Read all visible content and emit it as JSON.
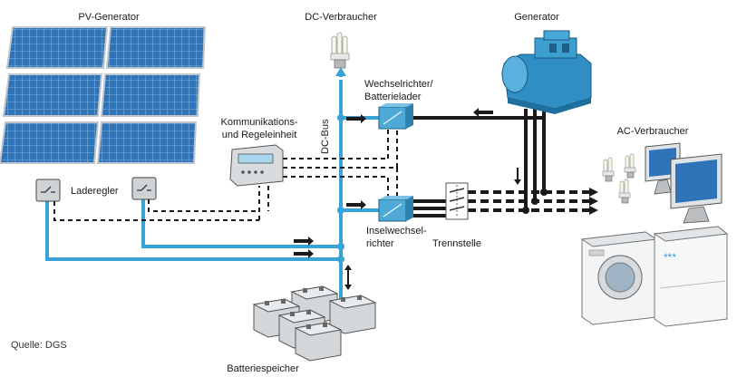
{
  "labels": {
    "pv_generator": "PV-Generator",
    "dc_verbraucher": "DC-Verbraucher",
    "generator": "Generator",
    "wechselrichter_line1": "Wechselrichter/",
    "wechselrichter_line2": "Batterielader",
    "kommunikation_line1": "Kommunikations-",
    "kommunikation_line2": "und Regeleinheit",
    "dc_bus": "DC-Bus",
    "laderegler": "Laderegler",
    "ac_verbraucher": "AC-Verbraucher",
    "insel_line1": "Inselwechsel-",
    "insel_line2": "richter",
    "trennstelle": "Trennstelle",
    "batteriespeicher": "Batteriespeicher",
    "quelle": "Quelle: DGS"
  },
  "colors": {
    "dc_line": "#3aa3d6",
    "ac_line": "#1a1a1a",
    "panel": "#2f73b8",
    "device_blue": "#3c9fd0",
    "box_gray": "#cfd3d6"
  },
  "icons": {
    "pv_panels": "solar-panel-icon",
    "dc_lamp": "cfl-bulb-icon",
    "generator": "generator-icon",
    "inverter": "inverter-icon",
    "controller": "charge-controller-icon",
    "batteries": "battery-icon",
    "ac_loads": "appliances-icon"
  }
}
